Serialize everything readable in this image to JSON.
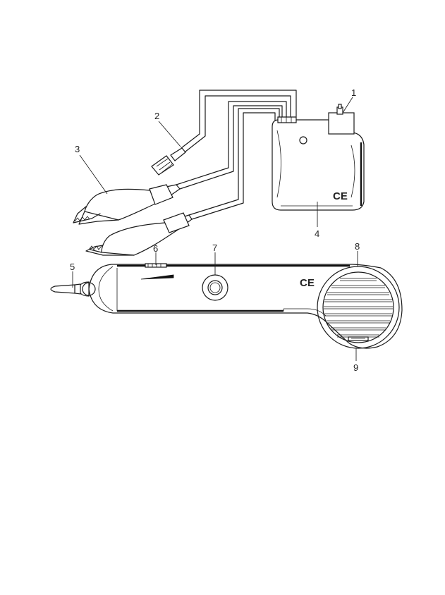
{
  "diagram": {
    "callouts": [
      {
        "id": "1",
        "label": "1"
      },
      {
        "id": "2",
        "label": "2"
      },
      {
        "id": "3",
        "label": "3"
      },
      {
        "id": "4",
        "label": "4"
      },
      {
        "id": "5",
        "label": "5"
      },
      {
        "id": "6",
        "label": "6"
      },
      {
        "id": "7",
        "label": "7"
      },
      {
        "id": "8",
        "label": "8"
      },
      {
        "id": "9",
        "label": "9"
      }
    ],
    "marks": {
      "tone_generator_ce": "CE",
      "probe_ce": "CE"
    }
  }
}
